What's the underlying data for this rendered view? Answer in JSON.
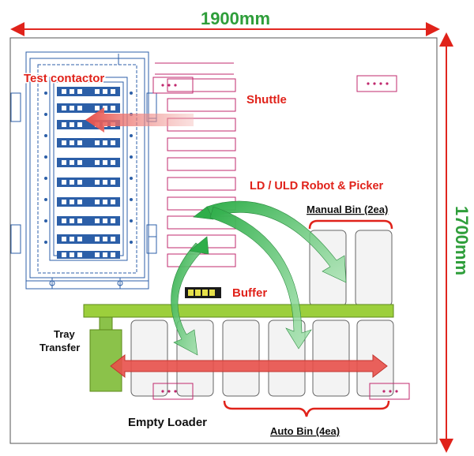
{
  "dimensions": {
    "width_label": "1900mm",
    "height_label": "1700mm"
  },
  "labels": {
    "test_contactor": "Test contactor",
    "shuttle": "Shuttle",
    "robot": "LD / ULD Robot & Picker",
    "manual_bin": "Manual Bin (2ea)",
    "buffer": "Buffer",
    "tray_line1": "Tray",
    "tray_line2": "Transfer",
    "empty_loader": "Empty  Loader",
    "auto_bin": "Auto Bin (4ea)"
  },
  "colors": {
    "dimension_red": "#e0221a",
    "dimension_text": "#2e9e3a",
    "layout_blue": "#2c5fa8",
    "magenta": "#c0286e",
    "rail_green": "#9ccf3c",
    "arrow_green": "#3dbb5a",
    "arrow_red": "#e8504a"
  }
}
